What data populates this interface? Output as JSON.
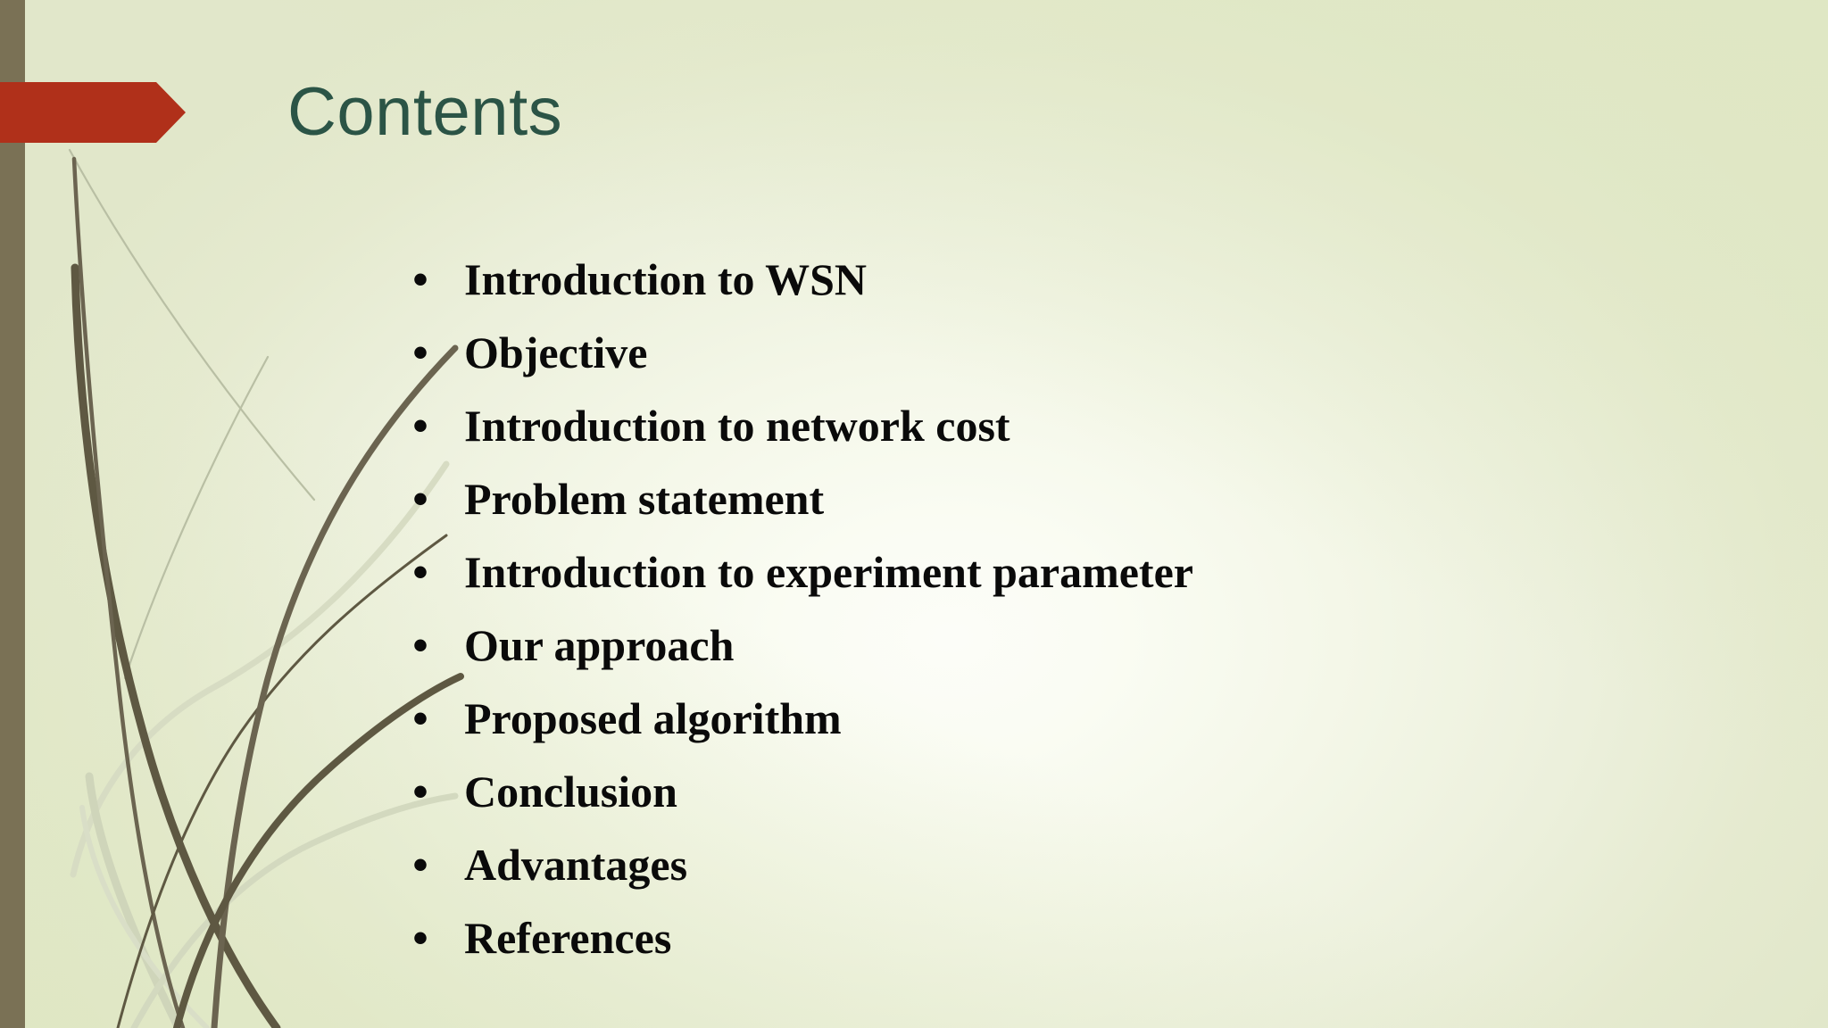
{
  "slide": {
    "title": "Contents",
    "bullets": [
      {
        "marker": "•",
        "label": "Introduction to WSN"
      },
      {
        "marker": "•",
        "label": "Objective"
      },
      {
        "marker": "•",
        "label": "Introduction to network cost"
      },
      {
        "marker": "•",
        "label": "Problem statement"
      },
      {
        "marker": "•",
        "label": "Introduction to experiment parameter"
      },
      {
        "marker": "•",
        "label": "Our approach"
      },
      {
        "marker": "•",
        "label": "Proposed algorithm"
      },
      {
        "marker": "•",
        "label": "Conclusion"
      },
      {
        "marker": "•",
        "label": "Advantages"
      },
      {
        "marker": "•",
        "label": "References"
      }
    ]
  },
  "decor": {
    "left_band_name": "left-vertical-band",
    "arrow_name": "red-arrow-banner",
    "grass_name": "grass-reed-decoration"
  },
  "colors": {
    "background_light": "#fcfdf8",
    "background_sage": "#e1e7ca",
    "left_band": "#7a7155",
    "arrow_red": "#b0301a",
    "title_green": "#2b5446",
    "bullet_text": "#0a0a0a",
    "grass_dark": "#5e5842",
    "grass_light": "#cdd2b8"
  }
}
